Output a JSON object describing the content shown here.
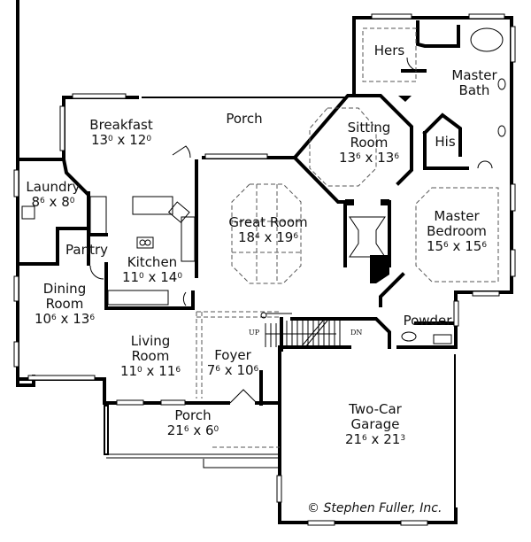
{
  "floor_plan": {
    "rooms": [
      {
        "id": "breakfast",
        "name": "Breakfast",
        "w_ft": "13",
        "w_in": "0",
        "d_ft": "12",
        "d_in": "0"
      },
      {
        "id": "porch-rear",
        "name": "Porch"
      },
      {
        "id": "sitting-room",
        "name": "Sitting Room",
        "line1": "Sitting",
        "line2": "Room",
        "w_ft": "13",
        "w_in": "6",
        "d_ft": "13",
        "d_in": "6"
      },
      {
        "id": "hers",
        "name": "Hers"
      },
      {
        "id": "master-bath",
        "name": "Master Bath",
        "line1": "Master",
        "line2": "Bath"
      },
      {
        "id": "his",
        "name": "His"
      },
      {
        "id": "laundry",
        "name": "Laundry",
        "w_ft": "8",
        "w_in": "6",
        "d_ft": "8",
        "d_in": "0"
      },
      {
        "id": "pantry",
        "name": "Pantry"
      },
      {
        "id": "kitchen",
        "name": "Kitchen",
        "w_ft": "11",
        "w_in": "0",
        "d_ft": "14",
        "d_in": "0"
      },
      {
        "id": "great-room",
        "name": "Great Room",
        "w_ft": "18",
        "w_in": "4",
        "d_ft": "19",
        "d_in": "6"
      },
      {
        "id": "master-bedroom",
        "name": "Master Bedroom",
        "line1": "Master",
        "line2": "Bedroom",
        "w_ft": "15",
        "w_in": "6",
        "d_ft": "15",
        "d_in": "6"
      },
      {
        "id": "dining-room",
        "name": "Dining Room",
        "line1": "Dining",
        "line2": "Room",
        "w_ft": "10",
        "w_in": "6",
        "d_ft": "13",
        "d_in": "6"
      },
      {
        "id": "living-room",
        "name": "Living Room",
        "line1": "Living",
        "line2": "Room",
        "w_ft": "11",
        "w_in": "0",
        "d_ft": "11",
        "d_in": "6"
      },
      {
        "id": "foyer",
        "name": "Foyer",
        "w_ft": "7",
        "w_in": "6",
        "d_ft": "10",
        "d_in": "6"
      },
      {
        "id": "powder",
        "name": "Powder"
      },
      {
        "id": "porch-front",
        "name": "Porch",
        "w_ft": "21",
        "w_in": "6",
        "d_ft": "6",
        "d_in": "0"
      },
      {
        "id": "garage",
        "name": "Two-Car Garage",
        "line1": "Two-Car",
        "line2": "Garage",
        "w_ft": "21",
        "w_in": "6",
        "d_ft": "21",
        "d_in": "3"
      }
    ],
    "x_sep": "x",
    "stair_up": "UP",
    "stair_down": "DN",
    "copyright": "© Stephen Fuller, Inc."
  },
  "colors": {
    "wall": "#000000",
    "background": "#ffffff"
  }
}
